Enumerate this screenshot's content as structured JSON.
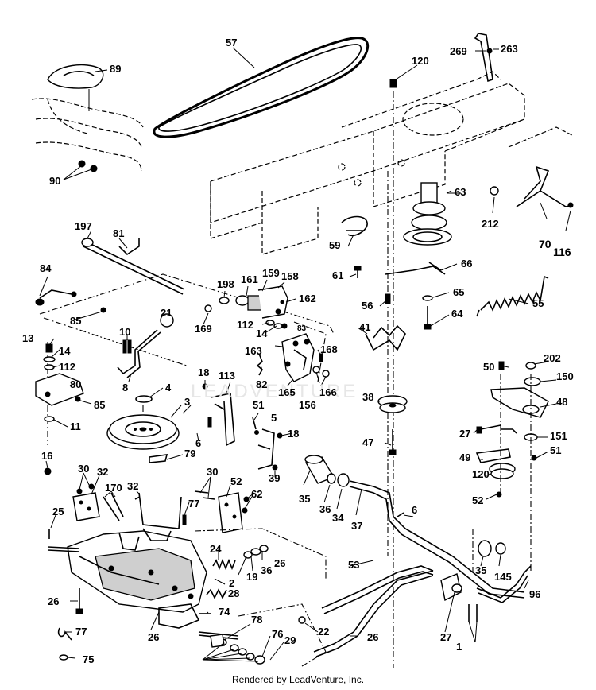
{
  "watermark": "LEADVENTURE",
  "footer": "Rendered by LeadVenture, Inc.",
  "labels": [
    "57",
    "89",
    "120",
    "269",
    "263",
    "90",
    "63",
    "212",
    "70",
    "116",
    "197",
    "81",
    "59",
    "61",
    "66",
    "56",
    "65",
    "55",
    "64",
    "84",
    "85",
    "198",
    "161",
    "159",
    "158",
    "169",
    "162",
    "112",
    "21",
    "10",
    "14",
    "163",
    "83",
    "168",
    "41",
    "13",
    "14",
    "112",
    "80",
    "85",
    "8",
    "4",
    "18",
    "113",
    "82",
    "165",
    "166",
    "156",
    "50",
    "202",
    "150",
    "48",
    "38",
    "3",
    "51",
    "5",
    "18",
    "27",
    "151",
    "11",
    "16",
    "79",
    "6",
    "49",
    "51",
    "39",
    "47",
    "120",
    "52",
    "30",
    "32",
    "170",
    "32",
    "30",
    "52",
    "62",
    "35",
    "36",
    "34",
    "37",
    "6",
    "77",
    "25",
    "24",
    "26",
    "19",
    "36",
    "35",
    "145",
    "26",
    "2",
    "28",
    "53",
    "96",
    "77",
    "74",
    "78",
    "76",
    "29",
    "22",
    "26",
    "27",
    "1",
    "26",
    "75"
  ]
}
